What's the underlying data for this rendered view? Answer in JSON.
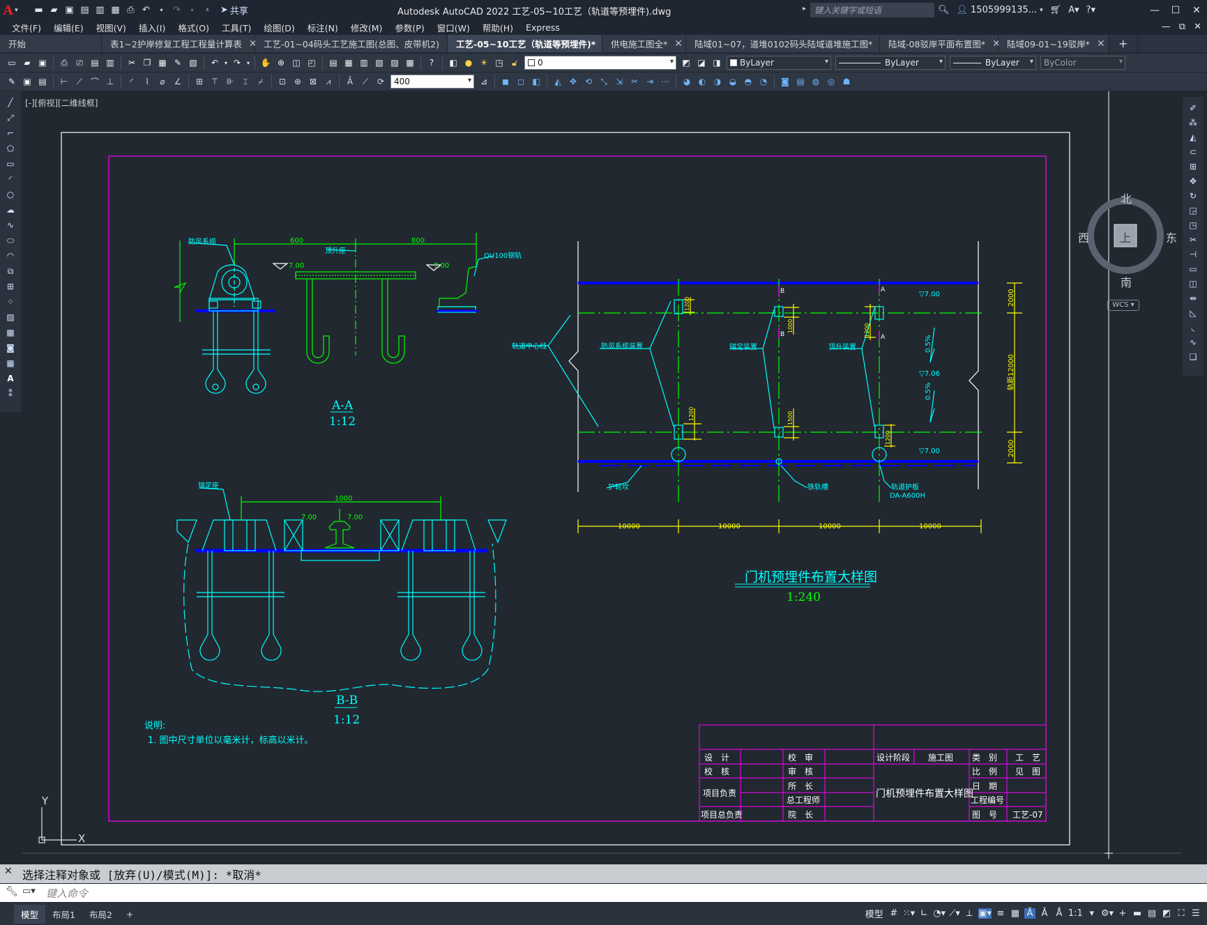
{
  "app": {
    "logo": "A",
    "share_label": "共享",
    "title": "Autodesk AutoCAD 2022    工艺-05~10工艺（轨道等预埋件).dwg",
    "search_placeholder": "键入关键字或短语",
    "user": "1505999135...",
    "window_buttons": [
      "—",
      "☐",
      "✕"
    ]
  },
  "menu": {
    "items": [
      "文件(F)",
      "编辑(E)",
      "视图(V)",
      "插入(I)",
      "格式(O)",
      "工具(T)",
      "绘图(D)",
      "标注(N)",
      "修改(M)",
      "参数(P)",
      "窗口(W)",
      "帮助(H)",
      "Express"
    ],
    "right_buttons": [
      "—",
      "⧉",
      "✕"
    ]
  },
  "tabs": [
    {
      "label": "开始",
      "active": false,
      "closable": false
    },
    {
      "label": "表1~2护岸修复工程工程量计算表",
      "active": false,
      "closable": true
    },
    {
      "label": "工艺-01~04码头工艺施工图(总图、皮带机2)",
      "active": false,
      "closable": true
    },
    {
      "label": "工艺-05~10工艺（轨道等预埋件)*",
      "active": true,
      "closable": true
    },
    {
      "label": "供电施工图全*",
      "active": false,
      "closable": true
    },
    {
      "label": "陆域01~07，道堆0102码头陆域道堆施工图*",
      "active": false,
      "closable": true
    },
    {
      "label": "陆域-08驳岸平面布置图*",
      "active": false,
      "closable": true
    },
    {
      "label": "陆域09-01~19驳岸*",
      "active": false,
      "closable": true
    }
  ],
  "toolbar": {
    "layer_value": "0",
    "color_value": "ByLayer",
    "linetype_value": "ByLayer",
    "lineweight_value": "ByLayer",
    "plotstyle_value": "ByColor",
    "dimscale_value": "400"
  },
  "viewport": {
    "label": "[-][俯视][二维线框]",
    "viewcube": {
      "north": "北",
      "south": "南",
      "east": "东",
      "west": "西",
      "face": "上",
      "wcs": "WCS"
    },
    "ucs": {
      "y": "Y",
      "x": "X"
    }
  },
  "drawing": {
    "aa": {
      "title": "A-A",
      "scale": "1:12",
      "labels": [
        "防风系缆",
        "顶升座",
        "QU100钢轨"
      ],
      "dims": [
        "600",
        "800"
      ],
      "elev": [
        "7.00",
        "7.00"
      ]
    },
    "bb": {
      "title": "B-B",
      "scale": "1:12",
      "labels": [
        "锚定座"
      ],
      "dims": [
        "1000"
      ],
      "elev": [
        "7.00",
        "7.00"
      ]
    },
    "plan": {
      "title": "门机预埋件布置大样图",
      "scale": "1:240",
      "labels": [
        "轨道中心线",
        "防风系缆装置",
        "锚定装置",
        "顶升装置",
        "护轮坎",
        "铁轨槽",
        "轨道护板",
        "DA-A600H"
      ],
      "elevations": [
        "▽7.00",
        "▽7.06",
        "▽7.00"
      ],
      "slopes": [
        "0.5%",
        "0.5%"
      ],
      "dims": [
        "10000",
        "10000",
        "10000",
        "10000"
      ],
      "vdims": [
        "2000",
        "轨距12000",
        "2000"
      ],
      "small_dims": [
        "1200",
        "1000",
        "1200",
        "1200",
        "1500",
        "1200"
      ],
      "section_marks": [
        "B",
        "B",
        "A",
        "A"
      ]
    },
    "notes": {
      "header": "说明:",
      "line1": "1. 图中尺寸单位以毫米计，标高以米计。"
    },
    "titleblock": {
      "rows": [
        [
          "设　计",
          "",
          "校　审",
          ""
        ],
        [
          "校　核",
          "",
          "审　核",
          ""
        ],
        [
          "项目负责",
          "",
          "所　长",
          ""
        ],
        [
          "",
          "",
          "总工程师",
          ""
        ],
        [
          "项目总负责",
          "",
          "院　长",
          ""
        ]
      ],
      "stage_label": "设计阶段",
      "stage_value": "施工图",
      "title": "门机预埋件布置大样图",
      "right": [
        [
          "类　别",
          "工　艺"
        ],
        [
          "比　例",
          "见　图"
        ],
        [
          "日　期",
          ""
        ],
        [
          "工程编号",
          ""
        ],
        [
          "图　号",
          "工艺-07"
        ]
      ]
    }
  },
  "command": {
    "history": "选择注释对象或 [放弃(U)/模式(M)]: *取消*",
    "placeholder": "键入命令"
  },
  "status": {
    "layout_tabs": [
      "模型",
      "布局1",
      "布局2"
    ],
    "active_tab": "模型",
    "model_label": "模型",
    "scale": "1:1"
  },
  "colors": {
    "background": "#212830",
    "frame": "#ffffff",
    "border": "#ff00ff",
    "cyan": "#00ffff",
    "green": "#00ff00",
    "yellow": "#ffff00",
    "blue": "#0000ff"
  }
}
